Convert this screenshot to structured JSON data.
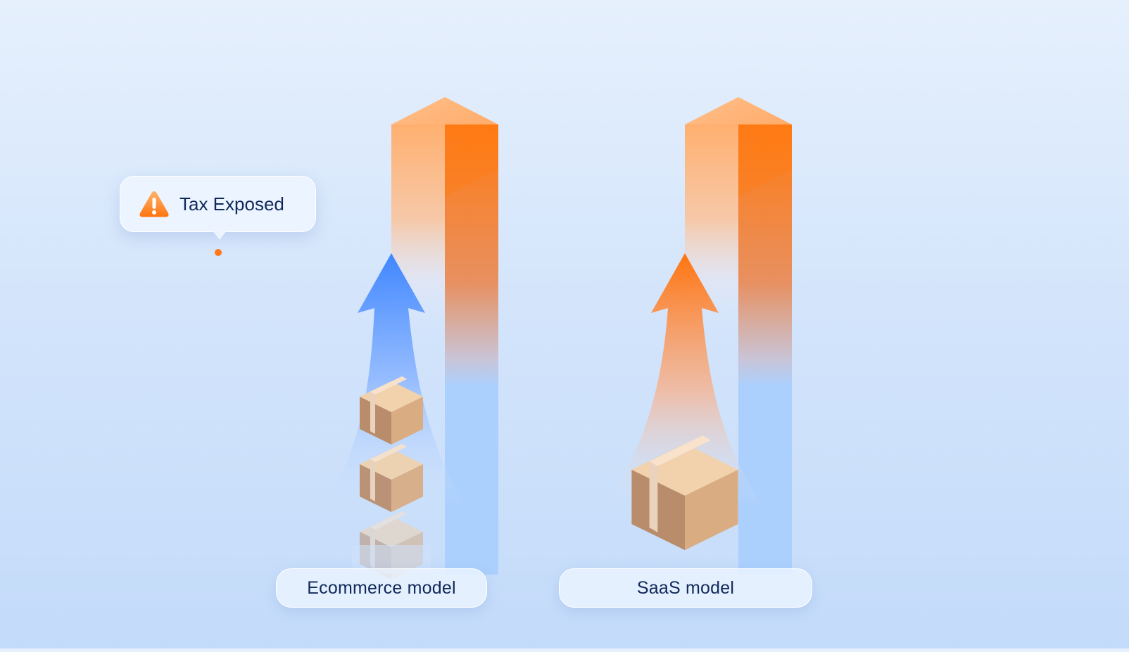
{
  "callout": {
    "text": "Tax Exposed",
    "icon": "warning-icon"
  },
  "labels": {
    "ecommerce": "Ecommerce model",
    "saas": "SaaS model"
  },
  "colors": {
    "threshold_line": "#ff7a1a",
    "ecommerce_arrow": "#4a8eff",
    "saas_arrow": "#ff7a1a",
    "bar_orange": "#ff8a2e",
    "bar_blue": "#a9cdfd",
    "text": "#10295a"
  }
}
